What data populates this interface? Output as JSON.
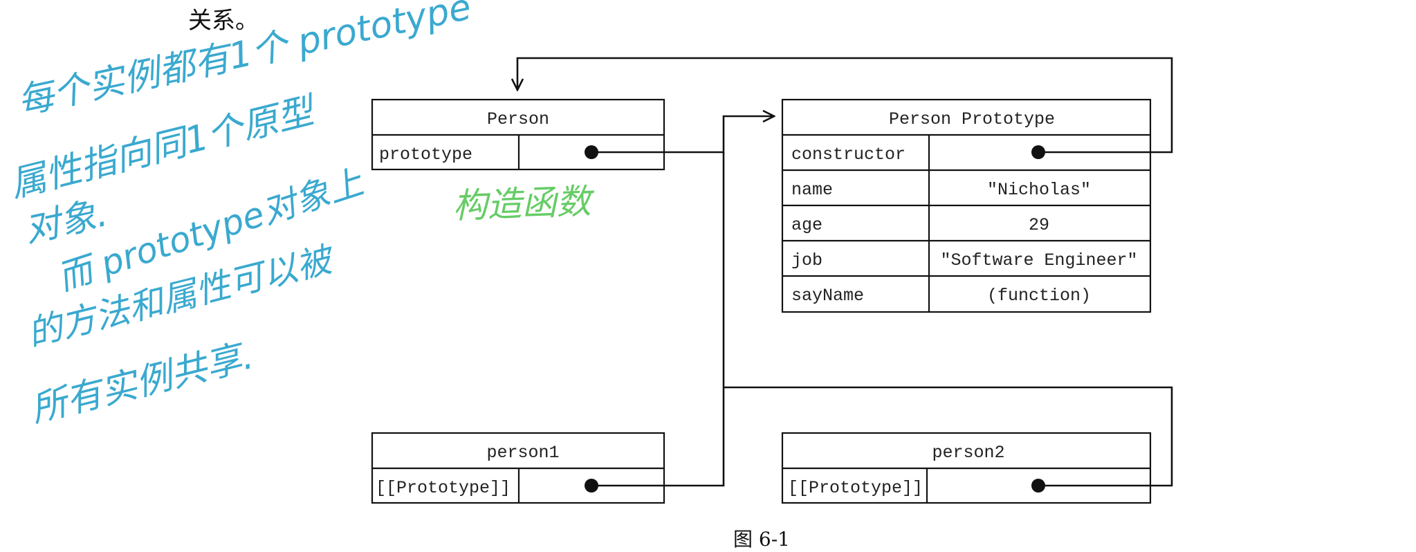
{
  "top_text": "关系。",
  "caption": "图 6-1",
  "handwritten_notes": {
    "line1": "每个实例都有1个 prototype",
    "line2": "属性指向同1个原型",
    "line3": "对象.",
    "line4": "而 prototype对象上",
    "line5": "的方法和属性可以被",
    "line6": "所有实例共享.",
    "constructor_note": "构造函数"
  },
  "boxes": {
    "person": {
      "title": "Person",
      "rows": [
        {
          "key": "prototype",
          "value": ""
        }
      ]
    },
    "person_prototype": {
      "title": "Person Prototype",
      "rows": [
        {
          "key": "constructor",
          "value": ""
        },
        {
          "key": "name",
          "value": "\"Nicholas\""
        },
        {
          "key": "age",
          "value": "29"
        },
        {
          "key": "job",
          "value": "\"Software Engineer\""
        },
        {
          "key": "sayName",
          "value": "(function)"
        }
      ]
    },
    "person1": {
      "title": "person1",
      "rows": [
        {
          "key": "[[Prototype]]",
          "value": ""
        }
      ]
    },
    "person2": {
      "title": "person2",
      "rows": [
        {
          "key": "[[Prototype]]",
          "value": ""
        }
      ]
    }
  },
  "colors": {
    "line": "#111111",
    "handwriting_blue": "#3aa9cf",
    "handwriting_green": "#66cc66"
  }
}
